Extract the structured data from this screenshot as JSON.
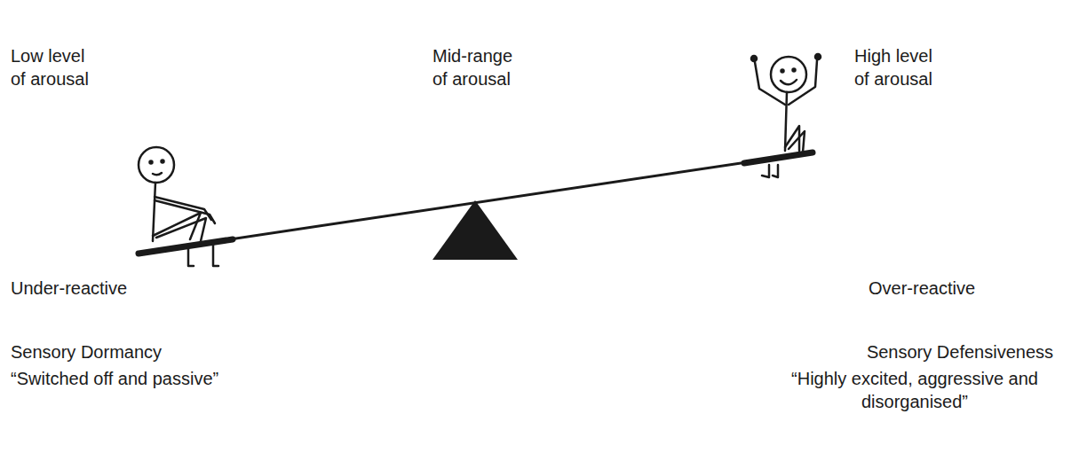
{
  "diagram": {
    "labels": [
      "Low level of arousal",
      "Mid-range of arousal",
      "High level of arousal",
      "Under-reactive",
      "Over-reactive",
      "Sensory Dormancy",
      "“Switched off and passive”",
      "Sensory Defensiveness",
      "“Highly excited, aggressive and disorganised”"
    ]
  }
}
